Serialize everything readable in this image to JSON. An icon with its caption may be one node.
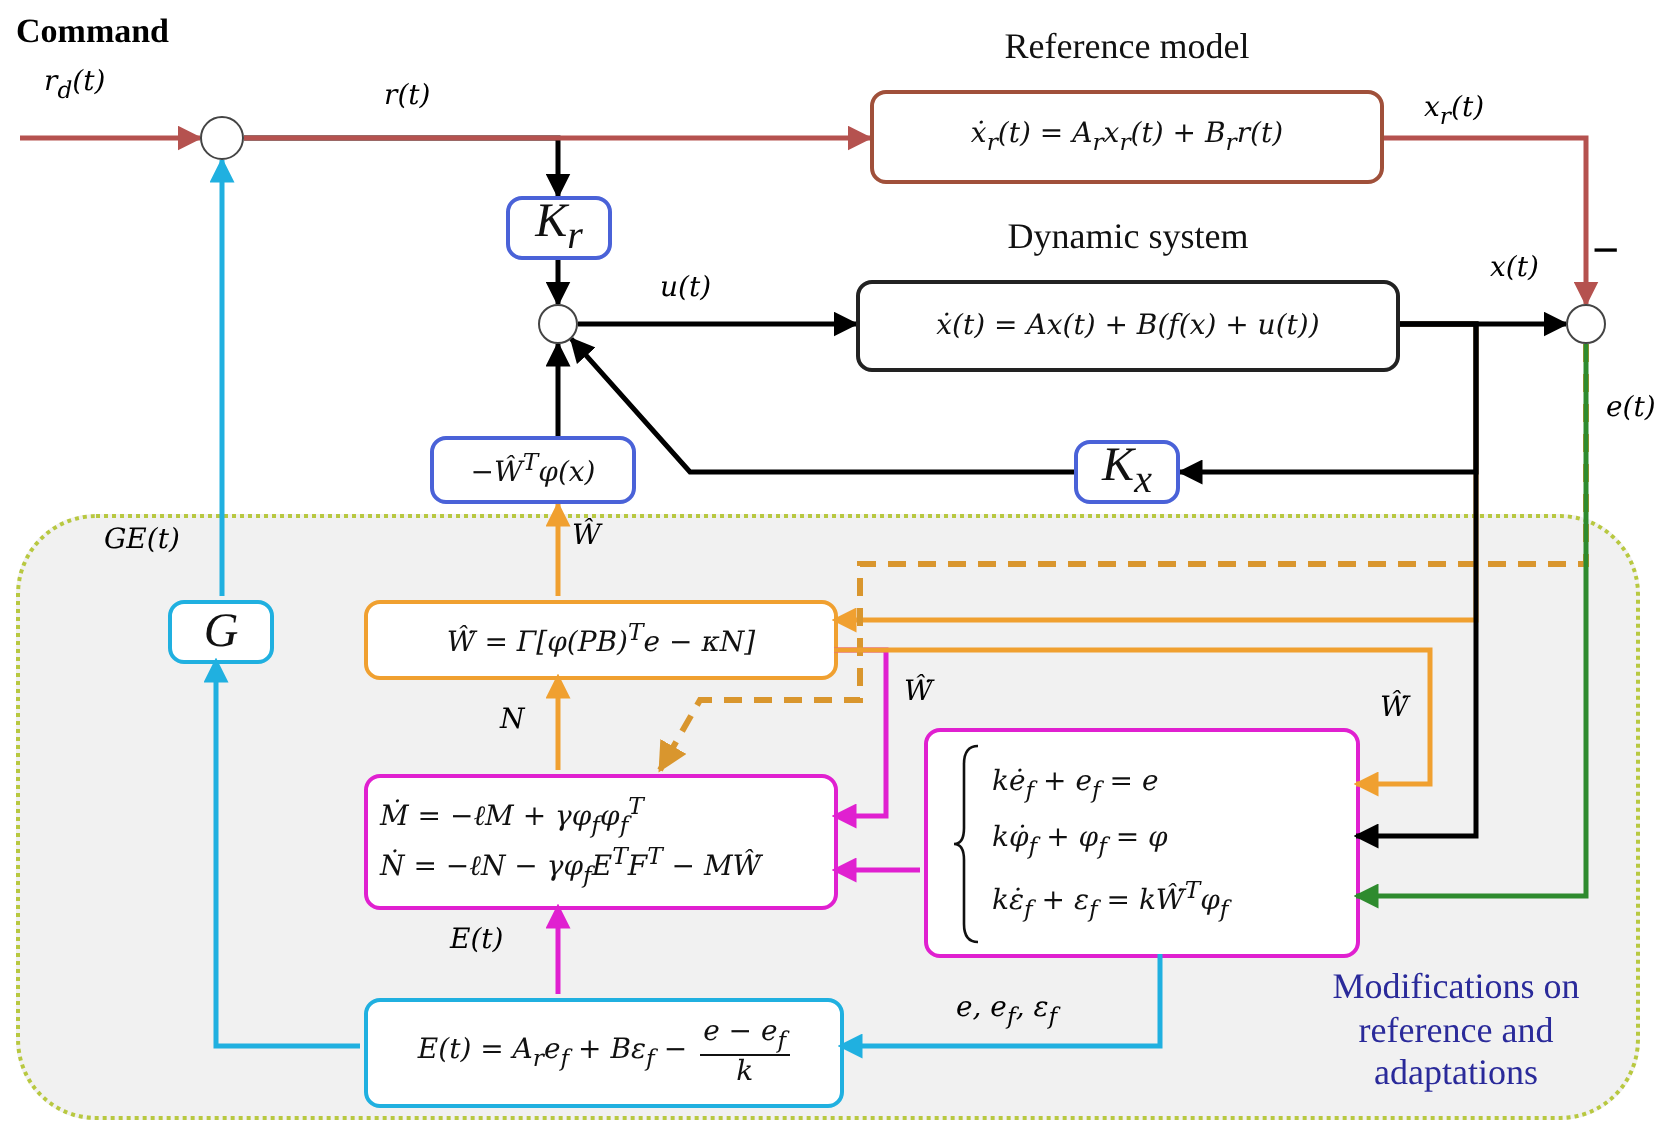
{
  "diagram": {
    "nodes": [
      {
        "text": [],
        "shape": "circle"
      },
      {
        "text": [
          "Reference model",
          "ẋ$_{r}$(t) = A$_{r}$x$_{r}$(t) + B$_{r}$r(t)"
        ]
      },
      {
        "text": [
          "K$_{r}$"
        ]
      },
      {
        "text": [],
        "shape": "circle"
      },
      {
        "text": [
          "Dynamic system",
          "ẋ(t) = Ax(t) + B(f(x) + u(t))"
        ]
      },
      {
        "text": [],
        "shape": "circle",
        "beside": [
          "−"
        ]
      },
      {
        "text": [
          "−Ŵ$^{T}$φ(x)"
        ]
      },
      {
        "text": [
          "K$_{x}$"
        ]
      },
      {
        "text": [
          "Modifications on reference and adaptations"
        ]
      },
      {
        "text": [
          "G"
        ],
        "in": 8
      },
      {
        "text": [
          "Ŵ̇ = Γ[φ(PB)$^{T}$e − κN]"
        ],
        "in": 8
      },
      {
        "text": [
          "Ṁ = −ℓM + γφ$_{f}$φ$_{f}$$^{T}$",
          "Ṅ = −ℓN − γφ$_{f}$E$^{T}$F$^{T}$ − MŴ̇"
        ],
        "in": 8
      },
      {
        "text": [
          "kė$_{f}$ + e$_{f}$ = e",
          "kφ̇$_{f}$ + φ$_{f}$ = φ",
          "kε̇$_{f}$ + ε$_{f}$ = kŴ̇$^{T}$φ$_{f}$"
        ],
        "in": 8
      },
      {
        "text": [
          "E(t) = A$_{r}$e$_{f}$ + Bε$_{f}$ −",
          "e − e$_{f}$",
          "k"
        ],
        "in": 8
      }
    ],
    "edges": [
      {
        "from": null,
        "to": 0,
        "arrow": "to",
        "label": "r$_{d}$(t)",
        "color": "#b5524f"
      },
      {
        "from": 0,
        "to": 1,
        "arrow": "to",
        "label": "r(t)",
        "color": "#b5524f"
      },
      {
        "from": 0,
        "to": 2,
        "arrow": "to"
      },
      {
        "from": 2,
        "to": 3,
        "arrow": "to"
      },
      {
        "from": 3,
        "to": 4,
        "arrow": "to",
        "label": "u(t)"
      },
      {
        "from": 1,
        "to": 5,
        "arrow": "to",
        "label": "x$_{r}$(t)",
        "color": "#b5524f"
      },
      {
        "from": 4,
        "to": 5,
        "arrow": "to",
        "label": "x(t)"
      },
      {
        "from": 4,
        "to": 7,
        "arrow": "to"
      },
      {
        "from": 7,
        "to": 3,
        "arrow": "to"
      },
      {
        "from": 6,
        "to": 3,
        "arrow": "to"
      },
      {
        "from": 10,
        "to": 6,
        "arrow": "to",
        "label": "Ŵ",
        "color": "#f0a030"
      },
      {
        "from": 4,
        "to": 12,
        "arrow": "to"
      },
      {
        "from": 4,
        "to": 10,
        "arrow": "to",
        "color": "#f0a030"
      },
      {
        "from": 10,
        "to": 12,
        "arrow": "to",
        "label": "Ŵ̇",
        "color": "#f0a030"
      },
      {
        "from": 10,
        "to": 11,
        "arrow": "to",
        "label": "Ŵ̇",
        "color": "#e020d0"
      },
      {
        "from": 12,
        "to": 11,
        "arrow": "to",
        "color": "#e020d0"
      },
      {
        "from": 11,
        "to": 10,
        "arrow": "to",
        "label": "N",
        "color": "#f0a030"
      },
      {
        "from": 13,
        "to": 11,
        "arrow": "to",
        "label": "E(t)",
        "color": "#e020d0"
      },
      {
        "from": 12,
        "to": 13,
        "arrow": "to",
        "label": "e, e$_{f}$, ε$_{f}$",
        "color": "#20b0e0"
      },
      {
        "from": 13,
        "to": 9,
        "arrow": "to",
        "color": "#20b0e0"
      },
      {
        "from": 9,
        "to": 0,
        "arrow": "to",
        "label": "GE(t)",
        "color": "#20b0e0"
      },
      {
        "from": 5,
        "to": 12,
        "arrow": "to",
        "label": "e(t)",
        "color": "#2e8b2e"
      },
      {
        "from": 5,
        "to": 11,
        "arrow": "to",
        "style": "dashed",
        "color": "#d9962e"
      }
    ],
    "labels": [
      "Command"
    ]
  }
}
